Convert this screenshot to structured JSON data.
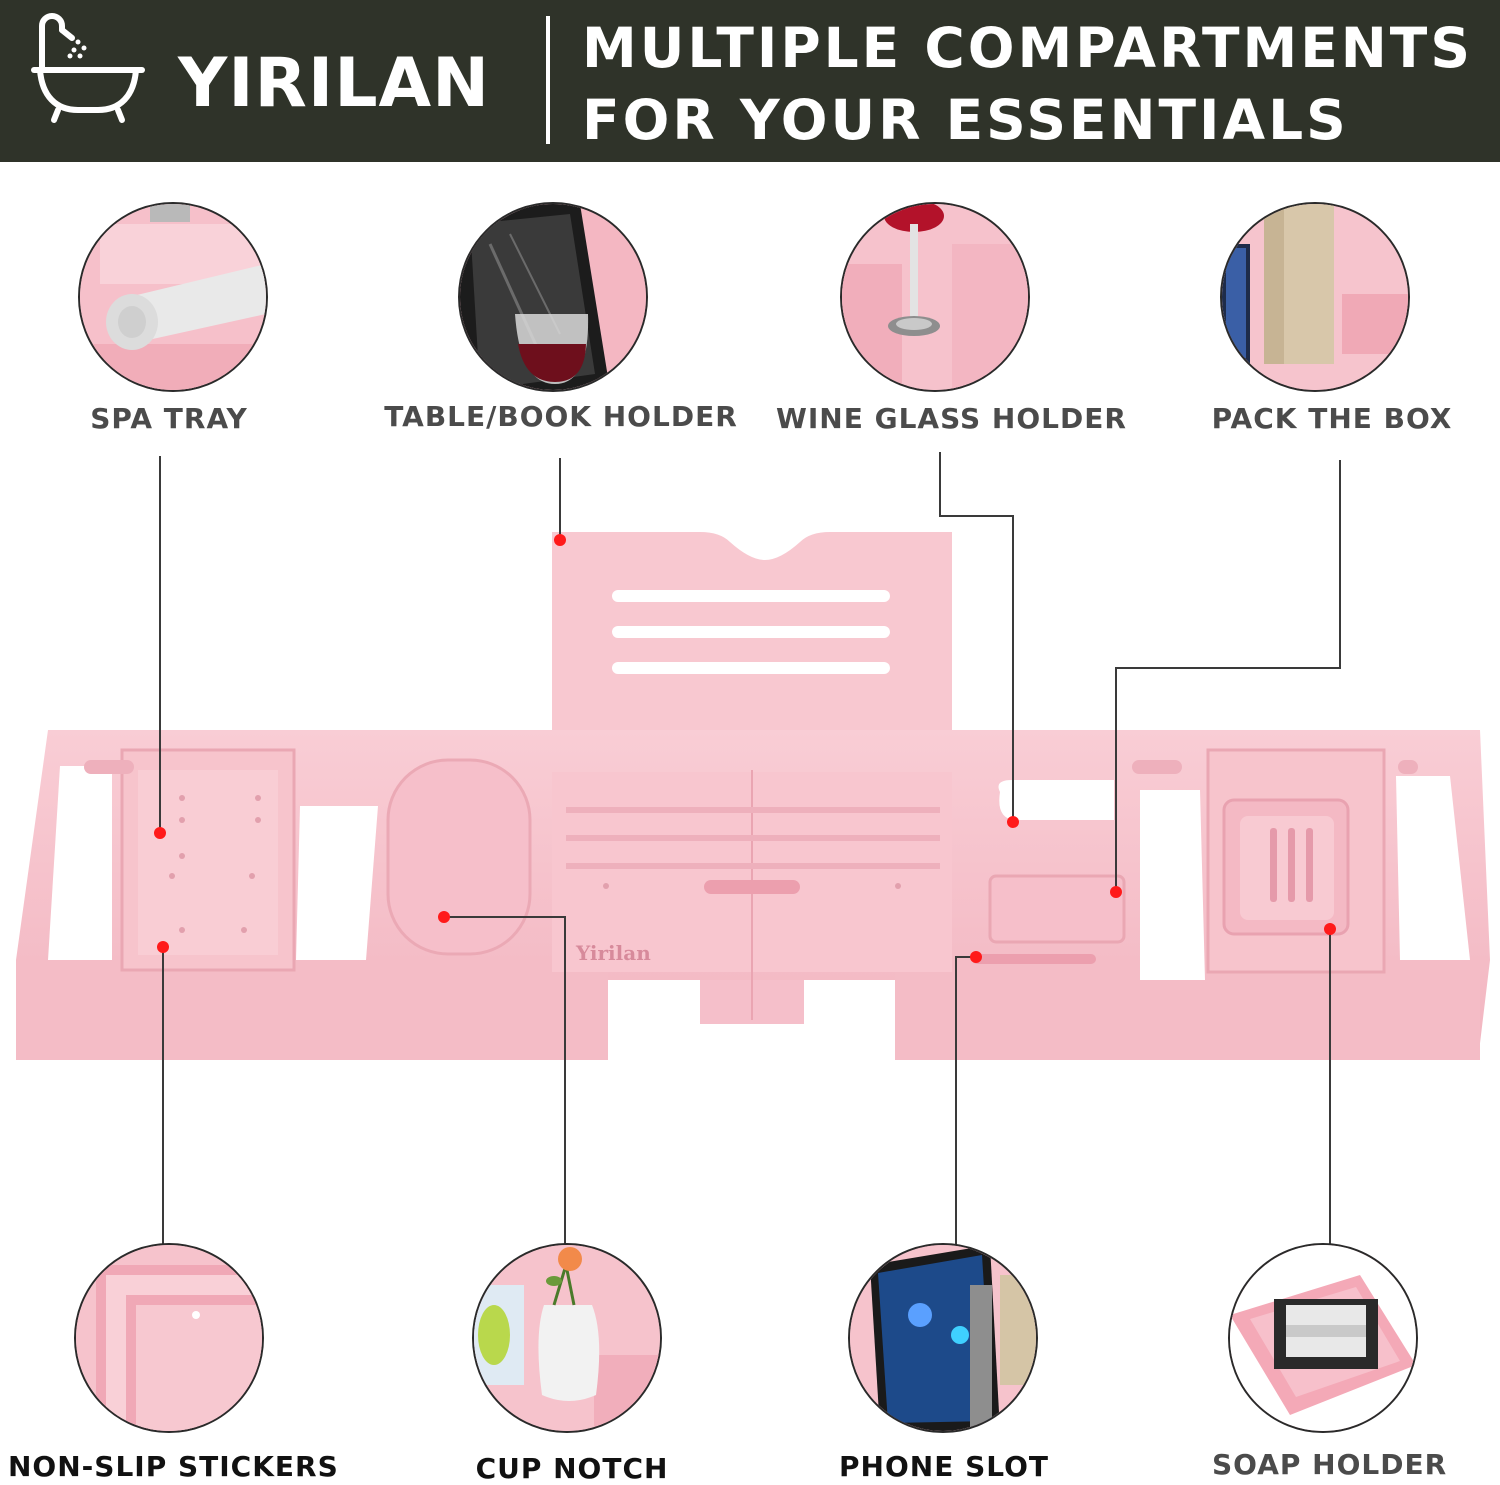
{
  "header": {
    "brand": "YIRILAN",
    "headline_line1": "MULTIPLE COMPARTMENTS",
    "headline_line2": "FOR YOUR ESSENTIALS",
    "background_color": "#2f3329"
  },
  "product": {
    "engraving": "Yirilan",
    "color": "#f7c3cc"
  },
  "features_top": [
    {
      "label": "SPA TRAY",
      "icon": "towel-icon"
    },
    {
      "label": "TABLE/BOOK HOLDER",
      "icon": "tablet-wine-icon"
    },
    {
      "label": "WINE GLASS HOLDER",
      "icon": "wine-glass-icon"
    },
    {
      "label": "PACK THE BOX",
      "icon": "box-phone-icon"
    }
  ],
  "features_bottom": [
    {
      "label": "NON-SLIP STICKERS",
      "icon": "sticker-corner-icon"
    },
    {
      "label": "CUP NOTCH",
      "icon": "vase-flower-icon"
    },
    {
      "label": "PHONE SLOT",
      "icon": "phone-icon"
    },
    {
      "label": "SOAP HOLDER",
      "icon": "soap-bar-icon"
    }
  ]
}
